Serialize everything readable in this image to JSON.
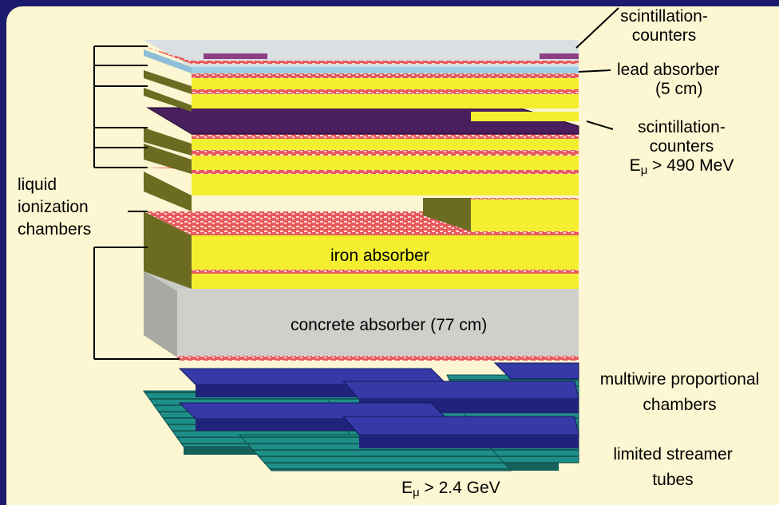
{
  "labels": {
    "scint_top_1": "scintillation-",
    "scint_top_2": "counters",
    "lead_1": "lead absorber",
    "lead_2": "(5 cm)",
    "scint_mid_1": "scintillation-",
    "scint_mid_2": "counters",
    "scint_mid_energy_prefix": "E",
    "scint_mid_energy_sub": "μ",
    "scint_mid_energy_value": " > 490 MeV",
    "liquid_1": "liquid",
    "liquid_2": "ionization",
    "liquid_3": "chambers",
    "iron": "iron absorber",
    "concrete": "concrete absorber (77 cm)",
    "mwpc_1": "multiwire proportional",
    "mwpc_2": "chambers",
    "lst_1": "limited streamer",
    "lst_2": "tubes",
    "bottom_energy_prefix": "E",
    "bottom_energy_sub": "μ",
    "bottom_energy_value": " > 2.4 GeV"
  },
  "colors": {
    "frame": "#1c1a6e",
    "panel": "#fdf6d2",
    "iron_yellow": "#f3ef2e",
    "iron_side": "#6b6b22",
    "chamber_red": "#e85b5b",
    "concrete": "#c8c8c4",
    "scintillator": "#4a1f5e",
    "mwpc": "#2a2f8e",
    "streamer": "#1e7f7a",
    "lead_top": "#d9dfe3"
  }
}
